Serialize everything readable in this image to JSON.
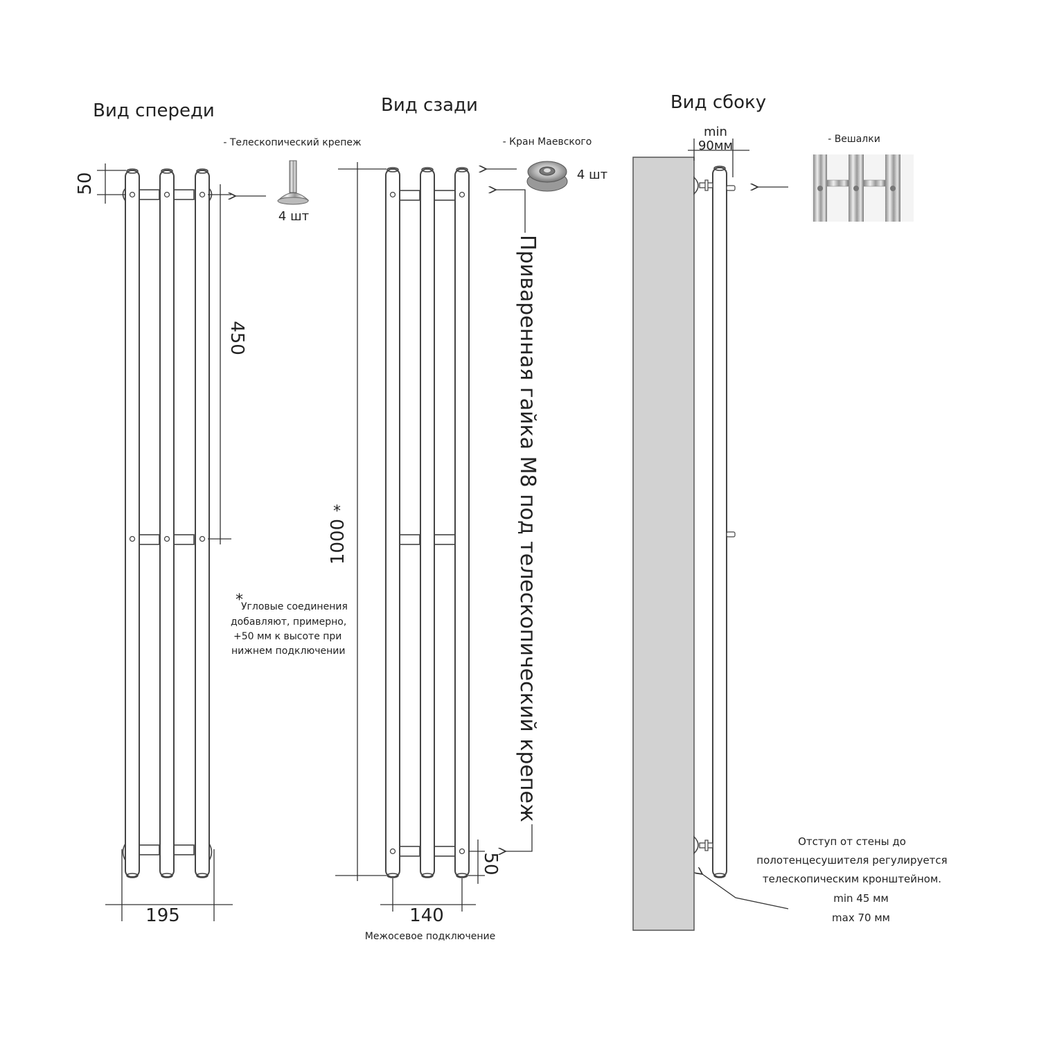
{
  "views": {
    "front": "Вид спереди",
    "back": "Вид сзади",
    "side": "Вид сбоку"
  },
  "parts": {
    "telescopic": "- Телескопический крепеж",
    "telescopic_qty": "4 шт",
    "mayevsky": "- Кран Маевского",
    "mayevsky_qty": "4 шт",
    "hangers": "- Вешалки"
  },
  "dimensions": {
    "top_offset": "50",
    "bar_spacing": "450",
    "height": "1000",
    "height_star": "*",
    "width": "195",
    "center_distance": "140",
    "bottom_offset": "50",
    "wall_gap_min": "min",
    "wall_gap_value": "90мм"
  },
  "labels": {
    "welded_nut": "Приваренная гайка М8 под телескопический крепеж",
    "center_connection": "Межосевое подключение"
  },
  "note": {
    "star": "*",
    "lines": [
      "Угловые соединения",
      "добавляют, примерно,",
      "+50 мм к высоте при",
      "нижнем подключении"
    ]
  },
  "side_note": {
    "lines": [
      "Отступ от стены до",
      "полотенцесушителя регулируется",
      "телескопическим кронштейном.",
      "min 45 мм",
      "max 70 мм"
    ]
  },
  "colors": {
    "wall": "#d2d2d2",
    "line": "#444444"
  }
}
